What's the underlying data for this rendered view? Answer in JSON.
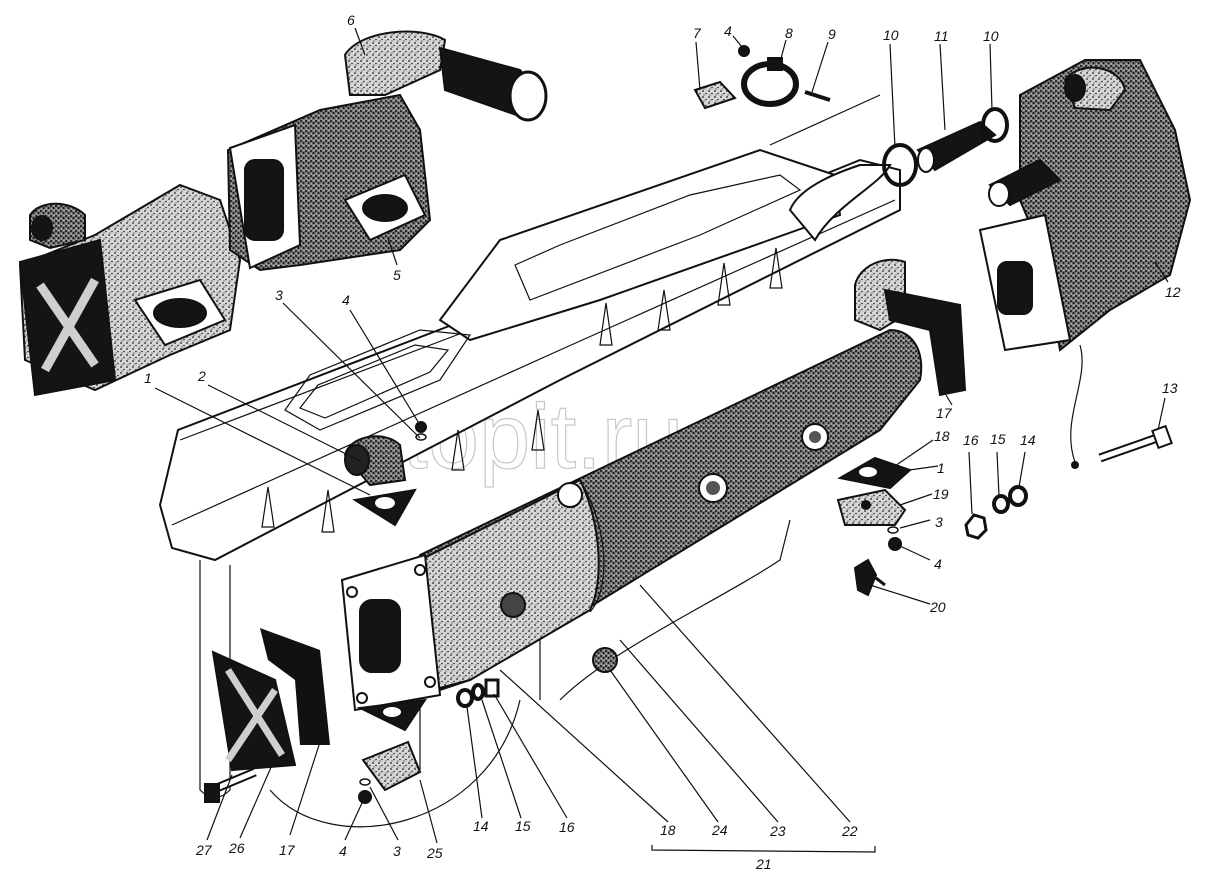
{
  "diagram": {
    "type": "exploded-view technical illustration",
    "subject": "Engine exhaust manifold assembly with heat exchanger housings and fasteners",
    "watermark": "autopit.ru",
    "callouts": [
      {
        "id": "c1a",
        "number": "1"
      },
      {
        "id": "c2",
        "number": "2"
      },
      {
        "id": "c3a",
        "number": "3"
      },
      {
        "id": "c4a",
        "number": "4"
      },
      {
        "id": "c5",
        "number": "5"
      },
      {
        "id": "c6",
        "number": "6"
      },
      {
        "id": "c7",
        "number": "7"
      },
      {
        "id": "c4b",
        "number": "4"
      },
      {
        "id": "c8",
        "number": "8"
      },
      {
        "id": "c9",
        "number": "9"
      },
      {
        "id": "c10a",
        "number": "10"
      },
      {
        "id": "c11",
        "number": "11"
      },
      {
        "id": "c10b",
        "number": "10"
      },
      {
        "id": "c12",
        "number": "12"
      },
      {
        "id": "c13",
        "number": "13"
      },
      {
        "id": "c17a",
        "number": "17"
      },
      {
        "id": "c18a",
        "number": "18"
      },
      {
        "id": "c1b",
        "number": "1"
      },
      {
        "id": "c16a",
        "number": "16"
      },
      {
        "id": "c15a",
        "number": "15"
      },
      {
        "id": "c14a",
        "number": "14"
      },
      {
        "id": "c19",
        "number": "19"
      },
      {
        "id": "c3b",
        "number": "3"
      },
      {
        "id": "c4c",
        "number": "4"
      },
      {
        "id": "c20",
        "number": "20"
      },
      {
        "id": "c27",
        "number": "27"
      },
      {
        "id": "c26",
        "number": "26"
      },
      {
        "id": "c17b",
        "number": "17"
      },
      {
        "id": "c4d",
        "number": "4"
      },
      {
        "id": "c3c",
        "number": "3"
      },
      {
        "id": "c25",
        "number": "25"
      },
      {
        "id": "c14b",
        "number": "14"
      },
      {
        "id": "c15b",
        "number": "15"
      },
      {
        "id": "c16b",
        "number": "16"
      },
      {
        "id": "c18b",
        "number": "18"
      },
      {
        "id": "c24",
        "number": "24"
      },
      {
        "id": "c23",
        "number": "23"
      },
      {
        "id": "c22",
        "number": "22"
      },
      {
        "id": "c21",
        "number": "21"
      }
    ],
    "group_bracket": {
      "label": "21",
      "members": [
        "18",
        "24",
        "23",
        "22"
      ]
    }
  }
}
